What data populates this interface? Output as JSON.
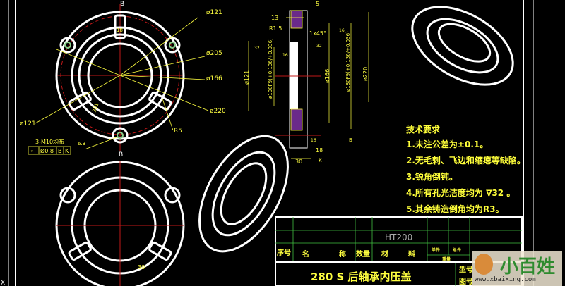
{
  "front_view": {
    "section_marker_top": "B",
    "section_marker_bottom": "B",
    "dims": [
      "ø121",
      "ø205",
      "ø166",
      "ø220",
      "ø121",
      "R5",
      "18",
      "201"
    ],
    "hole_note": "3-M10均布",
    "tolerance_frame": [
      "⌖",
      "Ø0.8",
      "B",
      "K"
    ],
    "roughness": "6.3"
  },
  "section_view": {
    "dims": [
      "5",
      "13",
      "R1.5",
      "1x45°",
      "ø121",
      "ø100F9(+0.136/+0.036)",
      "ø166",
      "ø180F9(+0.136/+0.036)",
      "ø220",
      "18",
      "30"
    ],
    "roughness": [
      "16",
      "32",
      "16",
      "32",
      "16"
    ],
    "datum_labels": [
      "B",
      "K"
    ]
  },
  "bottom_view": {
    "dims": [
      "30"
    ]
  },
  "requirements": {
    "title": "技术要求",
    "items": [
      "1.未注公差为±0.1。",
      "2.无毛刺、飞边和缩瘪等缺陷。",
      "3.锐角倒钝。",
      "4.所有孔光洁度均为 ∇32 。",
      "5.其余铸造倒角均为R3。"
    ]
  },
  "title_block": {
    "material": "HT200",
    "headers": [
      "序号",
      "名",
      "称",
      "数量",
      "材",
      "料",
      "单件",
      "总件",
      "重量"
    ],
    "title": "280 S 后轴承内压盖",
    "model_label": "型号",
    "drawing_no_label": "图号"
  },
  "watermark": {
    "logo": "小百姓",
    "url": "www.xbaixing.com"
  },
  "colors": {
    "line": "#ffffff",
    "dim": "#ffff40",
    "center": "#c01818",
    "grid": "#40c040",
    "hatch": "#6a2a8a"
  }
}
